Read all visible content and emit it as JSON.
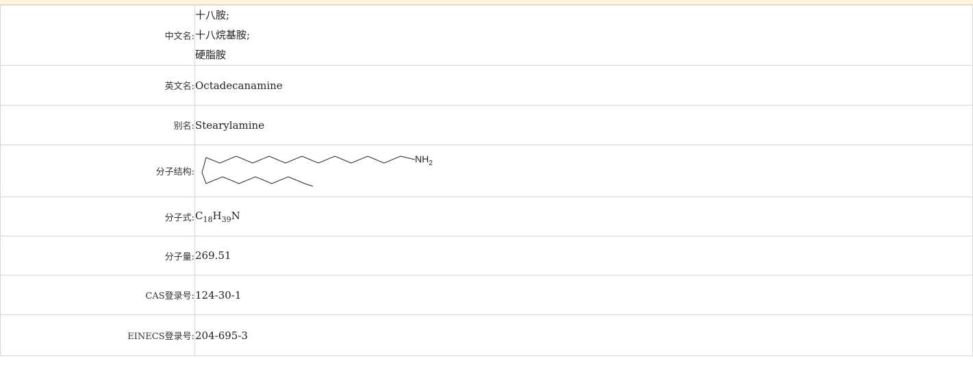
{
  "rows": {
    "chinese_name": {
      "label": "中文名:",
      "values": [
        "十八胺;",
        "十八烷基胺;",
        "硬脂胺"
      ]
    },
    "english_name": {
      "label": "英文名:",
      "value": "Octadecanamine"
    },
    "alias": {
      "label": "别名:",
      "value": "Stearylamine"
    },
    "structure": {
      "label": "分子结构:",
      "group_label": "NH",
      "group_sub": "2"
    },
    "formula": {
      "label": "分子式:",
      "c": "C",
      "c_count": "18",
      "h": "H",
      "h_count": "39",
      "n": "N"
    },
    "mol_weight": {
      "label": "分子量:",
      "value": "269.51"
    },
    "cas": {
      "label": "CAS登录号:",
      "value": "124-30-1"
    },
    "einecs": {
      "label": "EINECS登录号:",
      "value": "204-695-3"
    }
  }
}
